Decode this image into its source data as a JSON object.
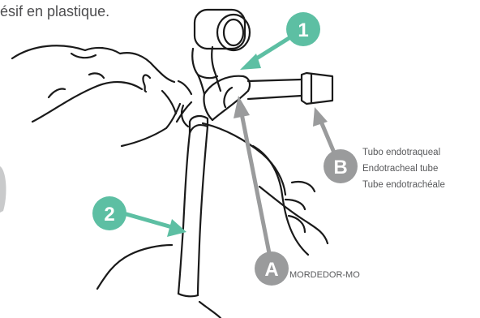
{
  "caption": {
    "text": "ésif en plastique."
  },
  "markers": {
    "one": "1",
    "two": "2",
    "a": "A",
    "b": "B"
  },
  "labels": {
    "b_lines": [
      "Tubo endotraqueal",
      "Endotracheal tube",
      "Tube endotrachéale"
    ],
    "a_text": "MORDEDOR-MO"
  },
  "colors": {
    "teal": "#5dbfa3",
    "gray_marker": "#9a9b9c",
    "line": "#1a1a1a",
    "text": "#58595b"
  },
  "icons": [
    "arrow-icon"
  ]
}
